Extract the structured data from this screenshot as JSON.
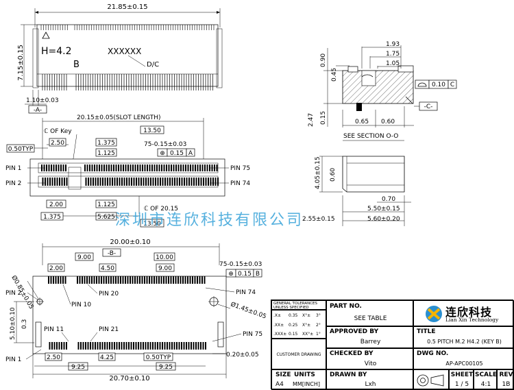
{
  "top_view": {
    "width_dim": "21.85±0.15",
    "height_dim": "7.15±0.15",
    "height_label": "H=4.2",
    "key_letter": "B",
    "date_code": "XXXXXX",
    "date_code_tag": "D/C",
    "offset_dim": "1.10±0.03",
    "datum_a": "-A-"
  },
  "section_view": {
    "dims_top": [
      "1.93",
      "1.75",
      "1.05"
    ],
    "dims_left": [
      "0.90",
      "0.45",
      "2.47",
      "0.15"
    ],
    "dims_bottom": [
      "0.65",
      "0.60"
    ],
    "flatness_value": "0.10",
    "flatness_ref": "C",
    "datum_c": "-C-",
    "caption": "SEE SECTION O-O"
  },
  "front_view": {
    "slot_length": "20.15±0.05(SLOT LENGTH)",
    "key_label": "ℂ OF Key",
    "dims": [
      "2.50",
      "1.375",
      "13.50",
      "1.125",
      "75-0.15±0.03",
      "0.15",
      "A",
      "0.50TYP"
    ],
    "pin_labels": [
      "PIN 1",
      "PIN 2",
      "PIN 75",
      "PIN 74"
    ],
    "bottom_dims": [
      "2.00",
      "1.125",
      "ℂ OF 20.15",
      "1.375",
      "5.625",
      "13.50"
    ]
  },
  "side_view": {
    "dims": [
      "4.05±0.15",
      "0.60",
      "0.70",
      "5.50±0.15",
      "2.55±0.15",
      "5.60±0.20"
    ]
  },
  "watermark": "深圳市连欣科技有限公司",
  "footprint": {
    "top_dims": [
      "20.00±0.10",
      "-B-",
      "9.00",
      "10.00",
      "2.00",
      "4.50",
      "9.00"
    ],
    "pitch": "75-0.15±0.03",
    "pitch_tol": "0.15",
    "pitch_ref": "B",
    "left_dims": [
      "Ø0.85±0.05",
      "5.10±0.10",
      "0.3"
    ],
    "pin_labels": [
      "PIN 2",
      "PIN 10",
      "PIN 20",
      "PIN 74",
      "PIN 11",
      "PIN 21",
      "PIN 75",
      "PIN 1"
    ],
    "hole_dim": "Ø1.45±0.05",
    "right_dim": "0.20±0.05",
    "bottom_dims": [
      "2.50",
      "4.25",
      "0.50TYP",
      "9.25",
      "9.25",
      "20.70±0.10"
    ]
  },
  "title_block": {
    "tolerance_head": [
      "GENERAL TOLERANCES",
      "UNLESS SPECIFIED"
    ],
    "tolerances": [
      {
        "a": ".X±",
        "b": "0.35",
        "c": "X°±",
        "d": "3°"
      },
      {
        "a": ".XX±",
        "b": "0.25",
        "c": "X°±",
        "d": "2°"
      },
      {
        "a": ".XXX±",
        "b": "0.15",
        "c": "XX°±",
        "d": "1°"
      }
    ],
    "customer_drawing": "CUSTOMER DRAWING",
    "part_no_label": "PART NO.",
    "part_no_value": "SEE TABLE",
    "approved_label": "APPROVED BY",
    "approved_value": "Barrey",
    "checked_label": "CHECKED BY",
    "checked_value": "Vito",
    "drawn_label": "DRAWN BY",
    "drawn_value": "Lxh",
    "company_cn": "连欣科技",
    "company_en": "Lian Xin Technology",
    "title_label": "TITLE",
    "title_value": "0.5 PITCH M.2 H4.2 (KEY B)",
    "dwg_label": "DWG NO.",
    "dwg_value": "AP-APC00105",
    "size_label": "SIZE",
    "size_value": "A4",
    "units_label": "UNITS",
    "units_value": "MM[INCH]",
    "sheet_label": "SHEET",
    "sheet_value": "1 / 5",
    "scale_label": "SCALE",
    "scale_value": "4:1",
    "rev_label": "REV",
    "rev_value": "1B"
  }
}
